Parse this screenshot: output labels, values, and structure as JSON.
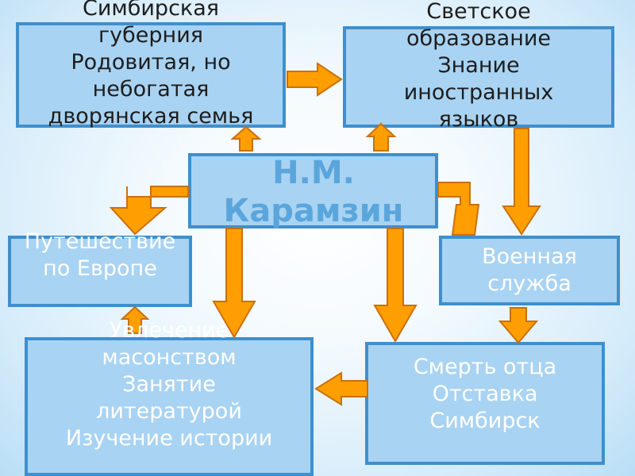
{
  "center": {
    "text": "Н.М.\nКарамзин"
  },
  "boxes": {
    "top_left": "Симбирская\nгуберния\nРодовитая, но\nнебогатая\nдворянская семья",
    "top_right": "Светское\nобразование\nЗнание\nиностранных\nязыков",
    "mid_left": "Путешествие\nпо Европе",
    "mid_right": "Военная\nслужба",
    "bottom_left": "Увлечение\nмасонством\nЗанятие\nлитературой\nИзучение истории",
    "bottom_right": "Смерть отца\nОтставка\nСимбирск"
  },
  "colors": {
    "box_fill": "#a9d3f2",
    "box_border": "#3f8fcc",
    "arrow_fill": "#ff9e00",
    "center_text": "#5aa6dc"
  }
}
